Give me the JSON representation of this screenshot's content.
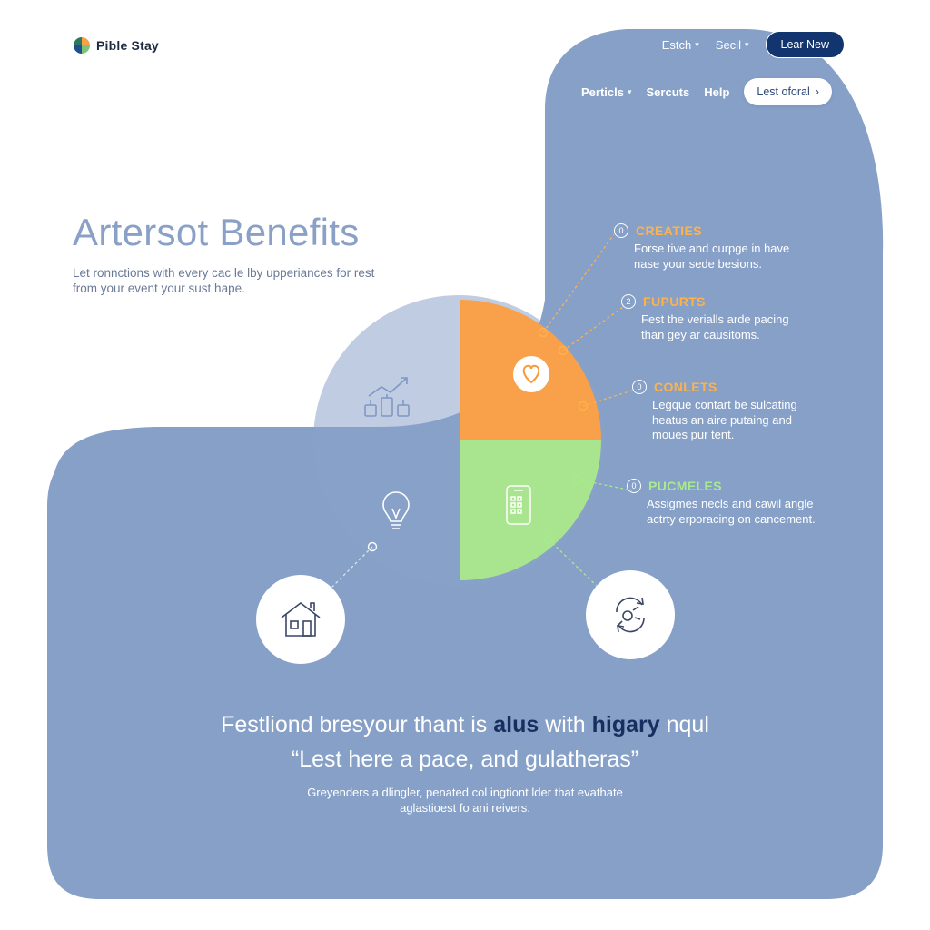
{
  "brand": {
    "name": "Pible Stay"
  },
  "nav": {
    "top": [
      {
        "label": "Estch"
      },
      {
        "label": "Secil"
      }
    ],
    "cta_primary": "Lear New",
    "secondary": [
      {
        "label": "Perticls"
      },
      {
        "label": "Sercuts"
      },
      {
        "label": "Help"
      }
    ],
    "cta_secondary": "Lest oforal"
  },
  "hero": {
    "title": "Artersot Benefits",
    "subtitle": "Let ronnctions with every cac le lby upperiances for rest from your event your sust hape."
  },
  "features": [
    {
      "num": "0",
      "title": "CREATIES",
      "desc": "Forse tive and curpge in have nase your sede besions."
    },
    {
      "num": "2",
      "title": "FUPURTS",
      "desc": "Fest the verialls arde pacing than gey ar causitoms."
    },
    {
      "num": "0",
      "title": "CONLETS",
      "desc": "Legque contart be sulcating heatus an aire putaing and moues pur tent."
    },
    {
      "num": "0",
      "title": "PUCMELES",
      "desc": "Assigmes necls and cawil angle actrty erporacing on cancement."
    }
  ],
  "bottom": {
    "headline_pre": "Festliond bresyour thant is ",
    "headline_b1": "alus",
    "headline_mid": " with ",
    "headline_b2": "higary",
    "headline_post": " nqul",
    "quote": "“Lest here a pace, and gulatheras”",
    "desc": "Greyenders a dlingler, penated col ingtiont lder that evathate aglastioest fo ani reivers."
  },
  "colors": {
    "blob": "#86a0c8",
    "orange": "#f9a04a",
    "green": "#a8e58e",
    "navy": "#123570",
    "accent_orange_text": "#ffb24a",
    "accent_green_text": "#a8ea8d"
  },
  "icons": {
    "logo": "pinwheel-logo-icon",
    "chart": "growth-chart-icon",
    "bulb": "lightbulb-icon",
    "heart": "heart-icon",
    "phone": "phone-icon",
    "house": "house-icon",
    "refresh": "refresh-cycle-icon"
  }
}
